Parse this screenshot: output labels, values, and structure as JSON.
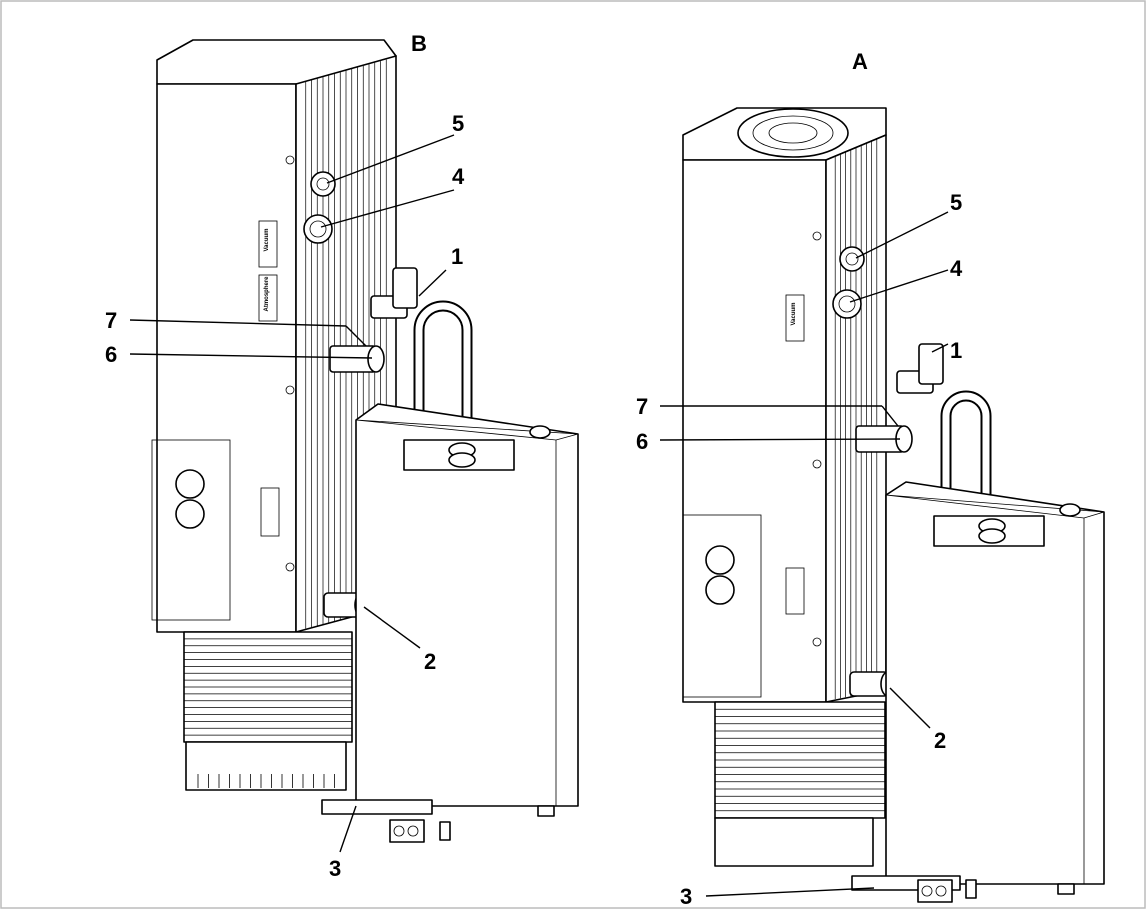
{
  "views": [
    {
      "view_label": "B",
      "callouts": [
        "1",
        "2",
        "3",
        "4",
        "5",
        "6",
        "7"
      ]
    },
    {
      "view_label": "A",
      "callouts": [
        "1",
        "2",
        "3",
        "4",
        "5",
        "6",
        "7"
      ]
    }
  ],
  "panel_text": {
    "left_top": "Vacuum",
    "left_bottom": "Atmosphere",
    "right_top": "Vacuum"
  },
  "colors": {
    "line": "#000000",
    "background": "#ffffff",
    "border": "#bcbcbc"
  }
}
